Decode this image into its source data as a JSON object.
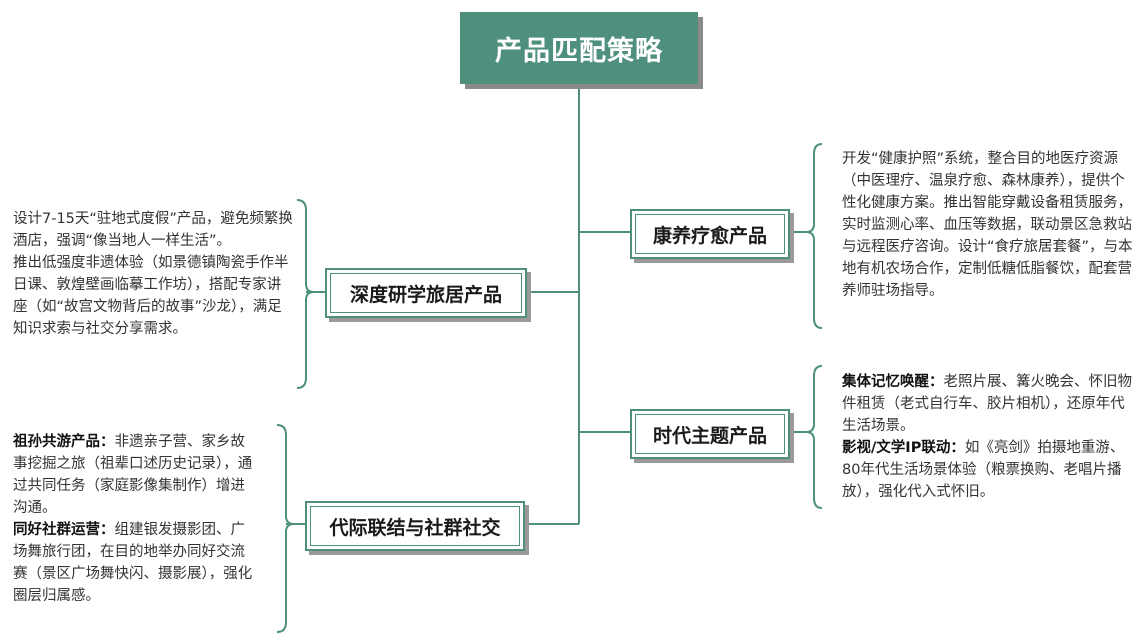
{
  "root": {
    "title": "产品匹配策略"
  },
  "nodes": {
    "deep_study": {
      "label": "深度研学旅居产品",
      "paragraphs": [
        {
          "text": "设计7-15天“驻地式度假”产品，避免频繁换酒店，强调“像当地人一样生活”。"
        },
        {
          "text": "推出低强度非遗体验（如景德镇陶瓷手作半日课、敦煌壁画临摹工作坊），搭配专家讲座（如“故宫文物背后的故事”沙龙），满足知识求索与社交分享需求。"
        }
      ]
    },
    "intergen": {
      "label": "代际联结与社群社交",
      "paragraphs": [
        {
          "title": "祖孙共游产品：",
          "text": "非遗亲子营、家乡故事挖掘之旅（祖辈口述历史记录），通过共同任务（家庭影像集制作）增进沟通。"
        },
        {
          "title": "同好社群运营：",
          "text": "组建银发摄影团、广场舞旅行团，在目的地举办同好交流赛（景区广场舞快闪、摄影展），强化圈层归属感。"
        }
      ]
    },
    "wellness": {
      "label": "康养疗愈产品",
      "paragraphs": [
        {
          "text": "开发“健康护照”系统，整合目的地医疗资源（中医理疗、温泉疗愈、森林康养），提供个性化健康方案。推出智能穿戴设备租赁服务，实时监测心率、血压等数据，联动景区急救站与远程医疗咨询。设计“食疗旅居套餐”，与本地有机农场合作，定制低糖低脂餐饮，配套营养师驻场指导。"
        }
      ]
    },
    "era_theme": {
      "label": "时代主题产品",
      "paragraphs": [
        {
          "title": "集体记忆唤醒：",
          "text": "老照片展、篝火晚会、怀旧物件租赁（老式自行车、胶片相机），还原年代生活场景。"
        },
        {
          "title": "影视/文学IP联动：",
          "text": "如《亮剑》拍摄地重游、80年代生活场景体验（粮票换购、老唱片播放），强化代入式怀旧。"
        }
      ]
    }
  },
  "colors": {
    "primary": "#4e8f7e",
    "shadow": "#9a9a9a"
  }
}
